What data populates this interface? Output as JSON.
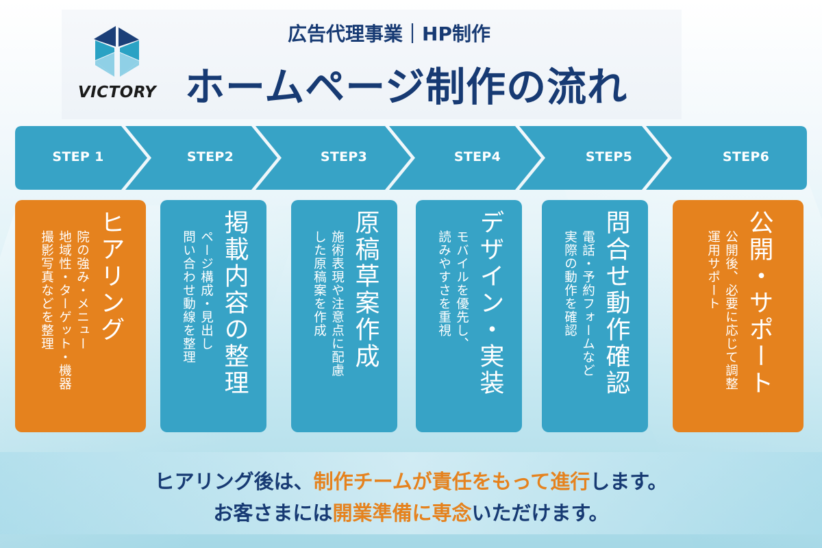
{
  "colors": {
    "navy": "#173a73",
    "orange": "#e5821e",
    "teal": "#37a3c6",
    "logo_dark": "#1b3f78",
    "logo_mid": "#2aa2c4",
    "logo_light": "#8fd0e6"
  },
  "header": {
    "logo_text": "VICTORY",
    "subtitle": "広告代理事業｜HP制作",
    "title": "ホームページ制作の流れ"
  },
  "steps": [
    {
      "label": "STEP 1",
      "title": "ヒアリング",
      "desc": "院の強み・メニュー\n地域性・ターゲット・機器\n撮影写真などを整理",
      "color": "orange"
    },
    {
      "label": "STEP2",
      "title": "掲載内容の整理",
      "desc": "ページ構成・見出し\n問い合わせ動線を整理",
      "color": "blue"
    },
    {
      "label": "STEP3",
      "title": "原稿草案作成",
      "desc": "施術表現や注意点に配慮\nした原稿案を作成",
      "color": "blue"
    },
    {
      "label": "STEP4",
      "title": "デザイン・実装",
      "desc": "モバイルを優先し、\n読みやすさを重視",
      "color": "blue"
    },
    {
      "label": "STEP5",
      "title": "問合せ動作確認",
      "desc": "電話・予約フォームなど\n実際の動作を確認",
      "color": "blue"
    },
    {
      "label": "STEP6",
      "title": "公開・サポート",
      "desc": "公開後、必要に応じて調整\n運用サポート",
      "color": "orange"
    }
  ],
  "message": {
    "line1": [
      {
        "text": "ヒアリング後は、",
        "highlight": false
      },
      {
        "text": "制作チームが責任をもって進行",
        "highlight": true
      },
      {
        "text": "します。",
        "highlight": false
      }
    ],
    "line2": [
      {
        "text": "お客さまには",
        "highlight": false
      },
      {
        "text": "開業準備に専念",
        "highlight": true
      },
      {
        "text": "いただけます。",
        "highlight": false
      }
    ]
  }
}
